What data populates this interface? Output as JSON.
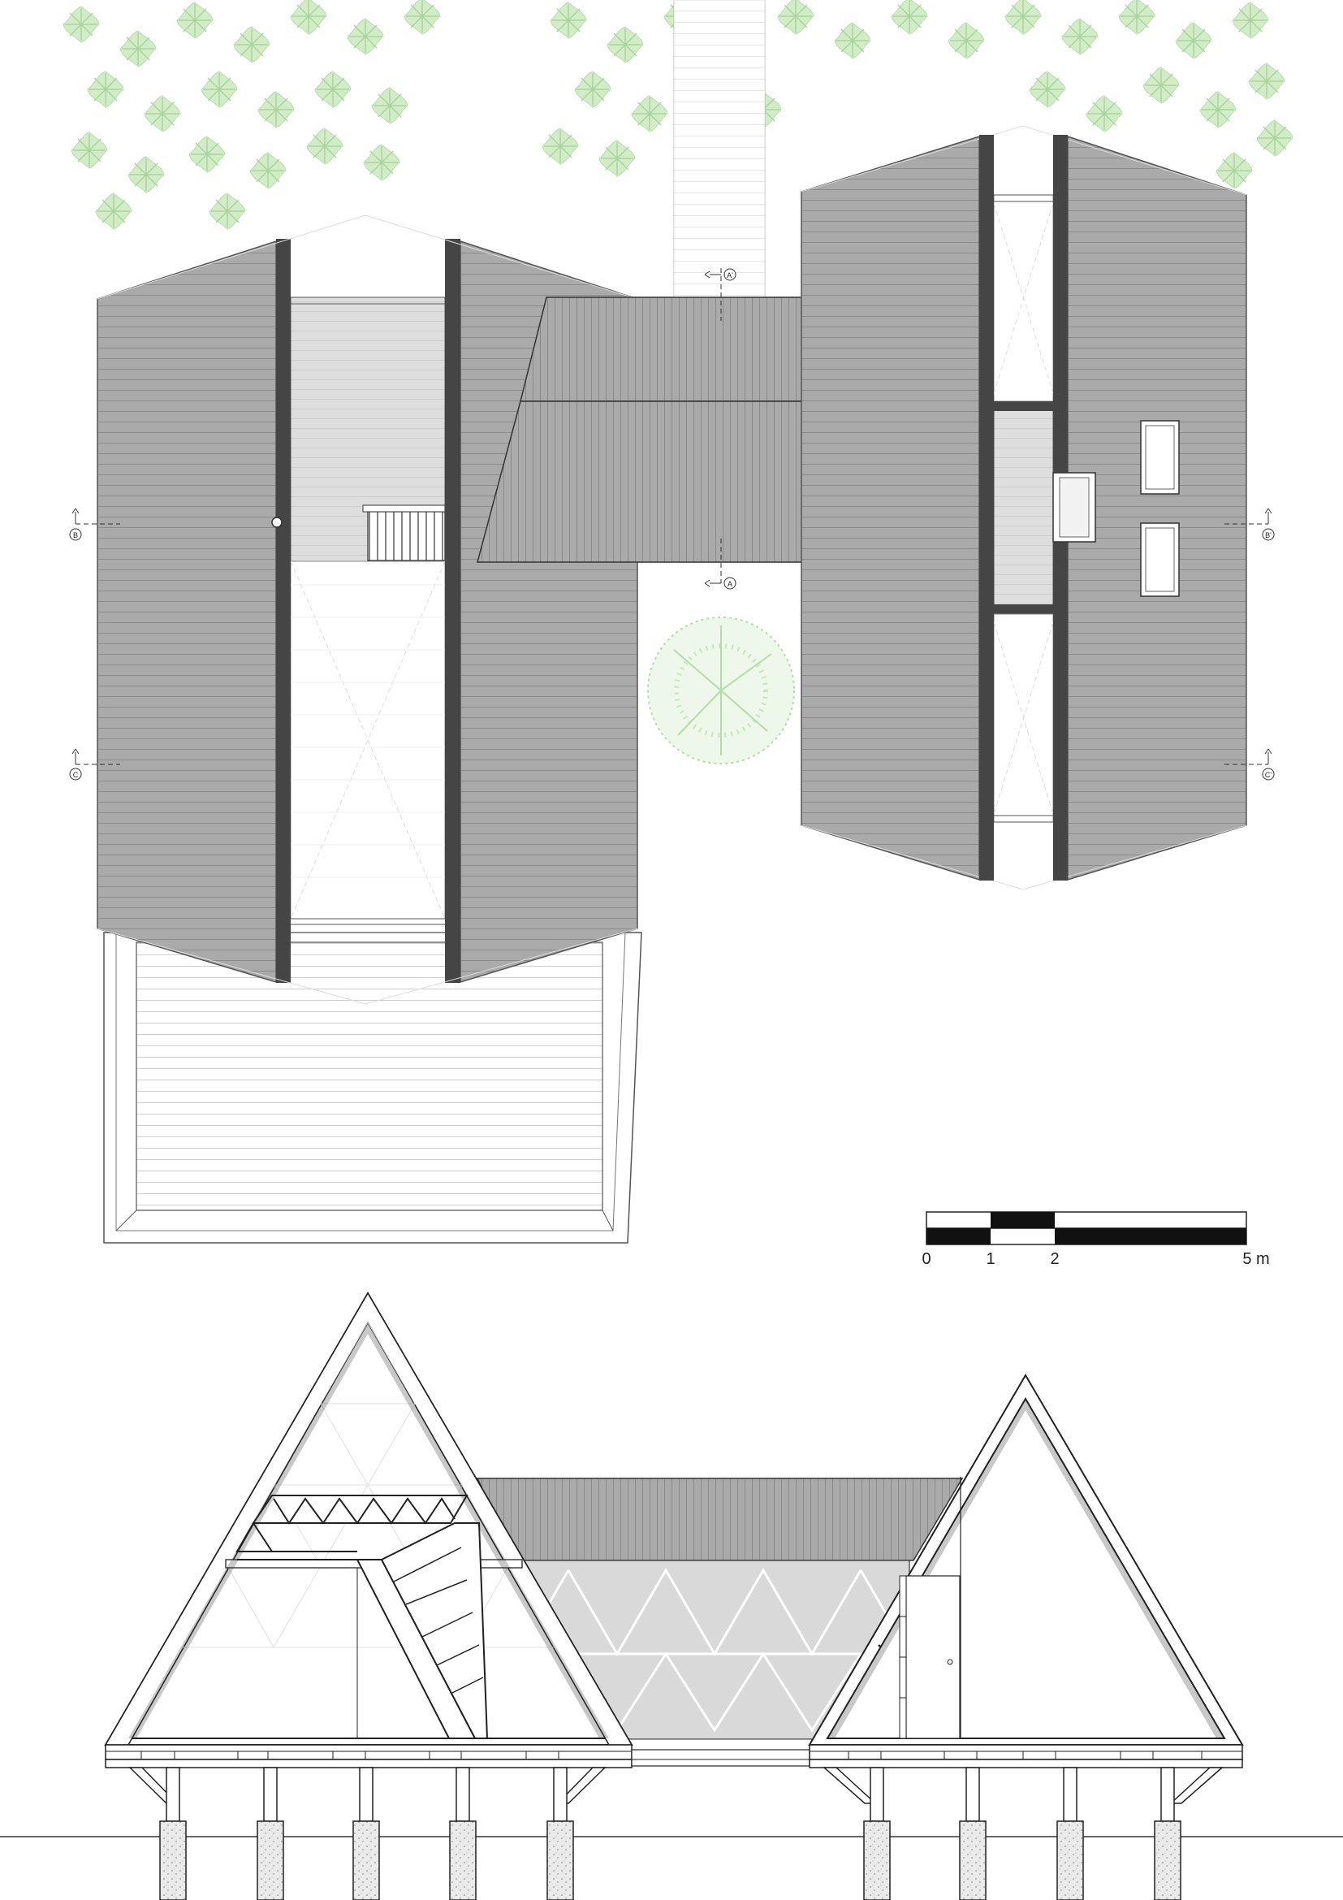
{
  "section_markers": {
    "a_top": "A'",
    "a_bottom": "A",
    "b_left": "B",
    "b_right": "B'",
    "c_left": "C",
    "c_right": "C'"
  },
  "scale_bar": {
    "tick_labels": [
      "0",
      "1",
      "2",
      "5 m"
    ],
    "tick_values": [
      0,
      1,
      2,
      5
    ],
    "unit": "m"
  },
  "colors": {
    "roof_fill": "#a9a9a9",
    "ridge_beam": "#444444",
    "glass_fill": "#dcdcdc",
    "vegetation": "#c8e6c0",
    "ink": "#222222"
  }
}
